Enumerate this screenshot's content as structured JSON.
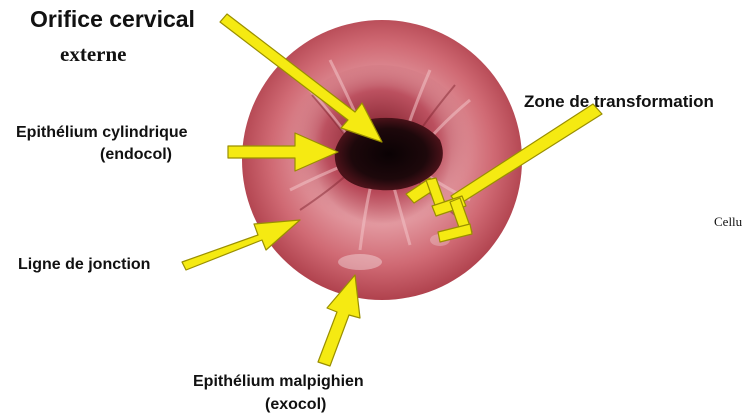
{
  "labels": {
    "orifice_line1": "Orifice cervical",
    "orifice_line2": "externe",
    "cylindrique_line1": "Epithélium cylindrique",
    "cylindrique_line2": "(endocol)",
    "zone_transformation": "Zone de transformation",
    "jonction": "Ligne de jonction",
    "malpighien_line1": "Epithélium malpighien",
    "malpighien_line2": "(exocol)",
    "cropped_text": "Cellu"
  },
  "colors": {
    "arrow": "#f5ea12",
    "arrow_outline": "#9a8f00",
    "cervix_outer": "#bf4a55",
    "cervix_mid": "#d98088",
    "os": "#150608",
    "text": "#111111"
  },
  "icons": [
    "arrow-icon",
    "bracket-pointer-icon"
  ]
}
